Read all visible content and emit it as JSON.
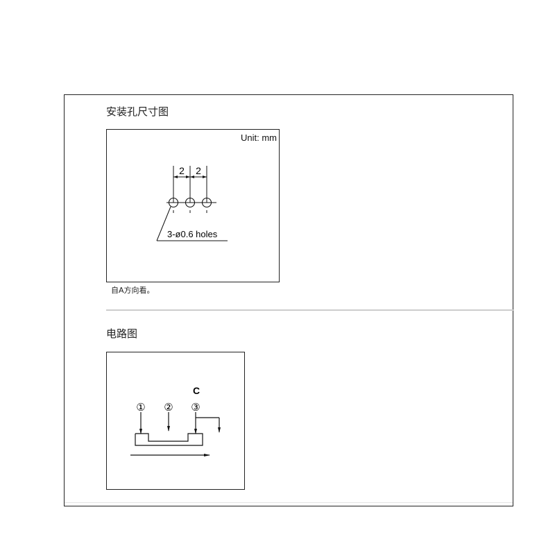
{
  "mounting": {
    "title": "安装孔尺寸图",
    "unit_label": "Unit: mm",
    "dim_left": "2",
    "dim_right": "2",
    "holes_label": "3-ø0.6 holes",
    "note": "自A方向看。"
  },
  "circuit": {
    "title": "电路图",
    "terminal_label": "C",
    "pin1": "①",
    "pin2": "②",
    "pin3": "③"
  }
}
